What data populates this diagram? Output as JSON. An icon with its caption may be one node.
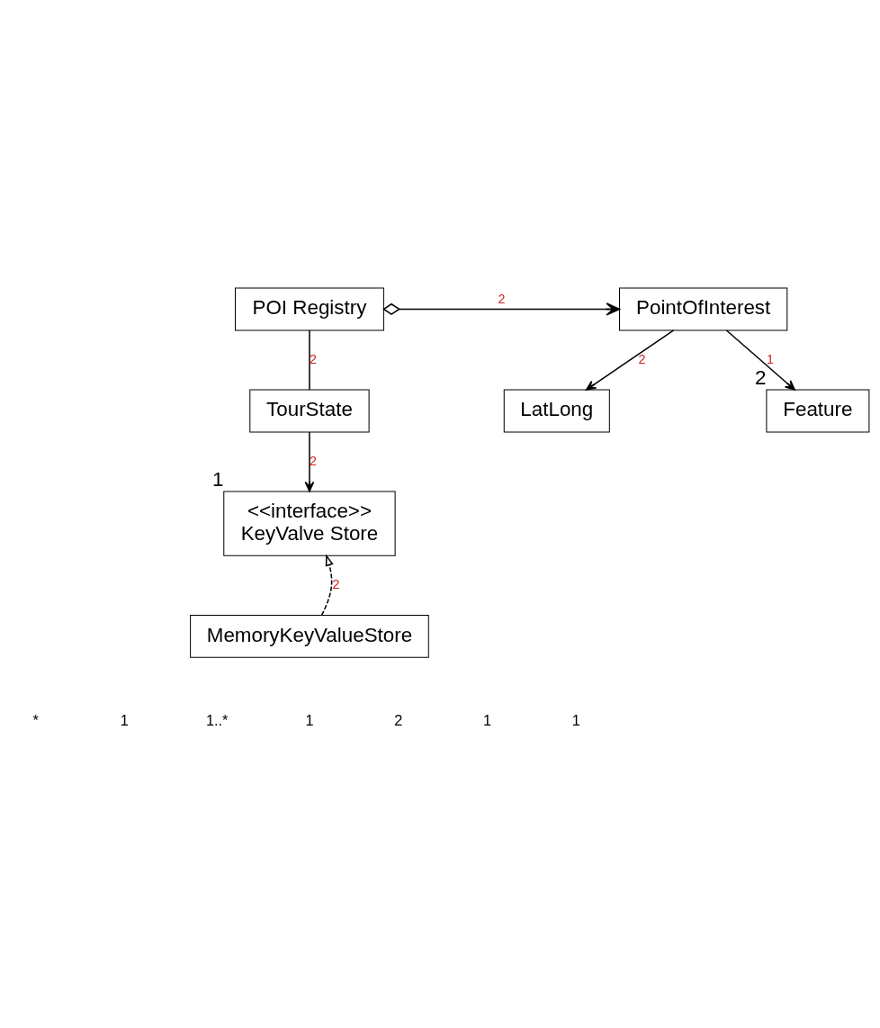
{
  "diagram": {
    "nodes": [
      {
        "text": [
          "PointOfInterest"
        ]
      },
      {
        "text": [
          "POI Registry"
        ]
      },
      {
        "text": [
          "LatLong"
        ]
      },
      {
        "text": [
          "Feature"
        ],
        "beside": [
          "2"
        ]
      },
      {
        "text": [
          "TourState"
        ]
      },
      {
        "text": [
          "<<interface>>",
          "KeyValve Store"
        ],
        "beside": [
          "1"
        ]
      },
      {
        "text": [
          "MemoryKeyValueStore"
        ]
      }
    ],
    "edges": [
      {
        "from": 1,
        "to": 0,
        "arrow": "to",
        "label": "2"
      },
      {
        "from": 0,
        "to": 2,
        "arrow": "to",
        "label": "2"
      },
      {
        "from": 0,
        "to": 3,
        "arrow": "to",
        "label": "1"
      },
      {
        "from": 1,
        "to": 4,
        "arrow": "none",
        "label": "2"
      },
      {
        "from": 4,
        "to": 5,
        "arrow": "to",
        "label": "2"
      },
      {
        "from": 6,
        "to": 5,
        "arrow": "to",
        "style": "dashed",
        "label": "2"
      }
    ],
    "labels": [
      "*",
      "1",
      "1..*",
      "1",
      "2",
      "1",
      "1"
    ]
  }
}
